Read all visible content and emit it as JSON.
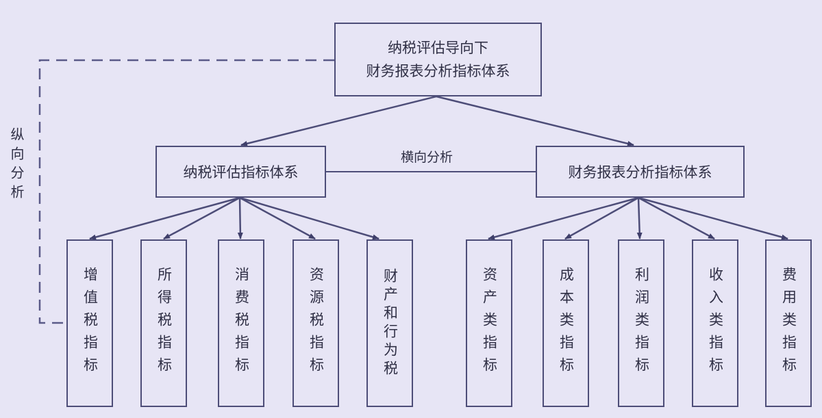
{
  "root": {
    "line1": "纳税评估导向下",
    "line2": "财务报表分析指标体系"
  },
  "left_system": {
    "label": "纳税评估指标体系",
    "children": [
      "增值税指标",
      "所得税指标",
      "消费税指标",
      "资源税指标",
      "财产和行为税"
    ]
  },
  "right_system": {
    "label": "财务报表分析指标体系",
    "children": [
      "资产类指标",
      "成本类指标",
      "利润类指标",
      "收入类指标",
      "费用类指标"
    ]
  },
  "horizontal_label": "横向分析",
  "vertical_label": "纵向分析",
  "colors": {
    "background": "#e7e5f5",
    "line": "#4d4d78",
    "text": "#2f2f45"
  }
}
